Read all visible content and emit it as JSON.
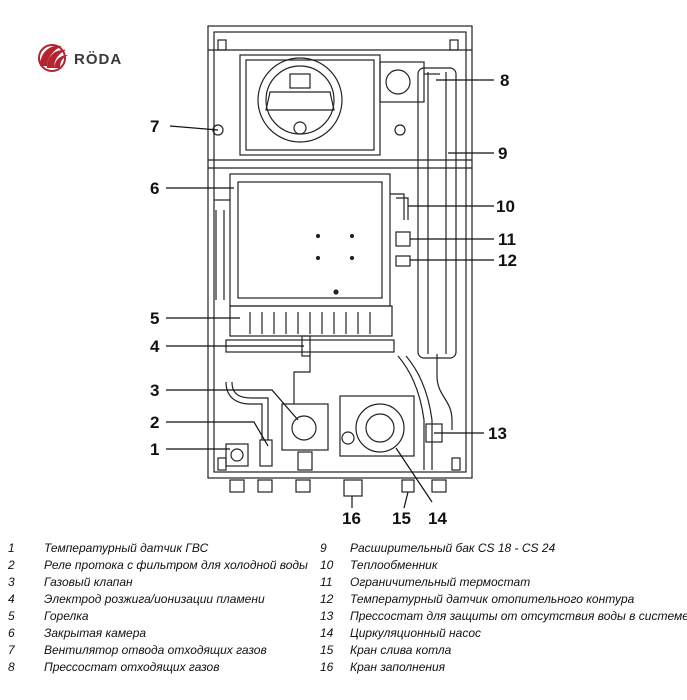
{
  "brand": {
    "name": "RÖDA",
    "color": "#b5232f"
  },
  "callouts": [
    "1",
    "2",
    "3",
    "4",
    "5",
    "6",
    "7",
    "8",
    "9",
    "10",
    "11",
    "12",
    "13",
    "14",
    "15",
    "16"
  ],
  "legend": [
    {
      "num": "1",
      "text": "Температурный датчик ГВС"
    },
    {
      "num": "2",
      "text": "Реле протока с фильтром для холодной воды"
    },
    {
      "num": "3",
      "text": "Газовый клапан"
    },
    {
      "num": "4",
      "text": "Электрод розжига/ионизации пламени"
    },
    {
      "num": "5",
      "text": "Горелка"
    },
    {
      "num": "6",
      "text": "Закрытая камера"
    },
    {
      "num": "7",
      "text": "Вентилятор отвода отходящих газов"
    },
    {
      "num": "8",
      "text": "Прессостат отходящих газов"
    },
    {
      "num": "9",
      "text": "Расширительный бак CS 18 - CS 24"
    },
    {
      "num": "10",
      "text": "Теплообменник"
    },
    {
      "num": "11",
      "text": "Ограничительный термостат"
    },
    {
      "num": "12",
      "text": "Температурный датчик отопительного контура"
    },
    {
      "num": "13",
      "text": "Прессостат для защиты от отсутствия воды в системе"
    },
    {
      "num": "14",
      "text": "Циркуляционный насос"
    },
    {
      "num": "15",
      "text": "Кран слива котла"
    },
    {
      "num": "16",
      "text": "Кран заполнения"
    }
  ]
}
